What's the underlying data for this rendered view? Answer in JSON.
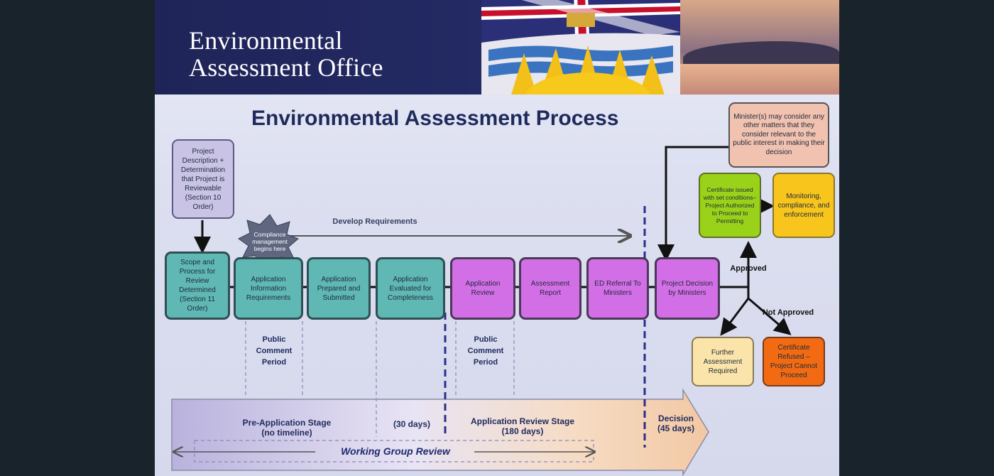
{
  "banner": {
    "office_line1": "Environmental",
    "office_line2": "Assessment Office"
  },
  "slide_title": "Environmental Assessment Process",
  "boxes": {
    "project_description": "Project Description + Determination that Project is Reviewable (Section 10 Order)",
    "scope": "Scope and Process for Review Determined (Section 11 Order)",
    "app_info_req": "Application Information Requirements",
    "app_prepared": "Application Prepared and Submitted",
    "app_evaluated": "Application Evaluated for Completeness",
    "app_review": "Application Review",
    "assessment_report": "Assessment Report",
    "ed_referral": "ED Referral To Ministers",
    "project_decision": "Project Decision by Ministers",
    "ministers_consider": "Minister(s) may consider any other matters that they consider relevant to the public interest in making their decision",
    "certificate_issued": "Certificate issued with set conditions– Project Authorized to Proceed to Permitting",
    "monitoring": "Monitoring, compliance, and enforcement",
    "further_assessment": "Further Assessment Required",
    "certificate_refused": "Certificate Refused – Project Cannot Proceed"
  },
  "starburst": "Compliance management begins here",
  "labels": {
    "develop_requirements": "Develop Requirements",
    "public_comment_1": "Public Comment Period",
    "public_comment_2": "Public Comment Period",
    "approved": "Approved",
    "not_approved": "Not Approved"
  },
  "stages": {
    "pre_application": "Pre-Application Stage",
    "pre_application_sub": "(no timeline)",
    "thirty_days": "(30 days)",
    "application_review": "Application Review Stage",
    "application_review_sub": "(180 days)",
    "decision": "Decision",
    "decision_sub": "(45 days)",
    "working_group": "Working Group Review"
  },
  "colors": {
    "teal": "#5fb8b4",
    "purple": "#d36fe6",
    "navy": "#1f2a5c",
    "green": "#9ad21a",
    "yellow": "#f8c51d",
    "orange": "#f26b12",
    "cream": "#fbe4aa",
    "peach": "#f2c2b0"
  }
}
